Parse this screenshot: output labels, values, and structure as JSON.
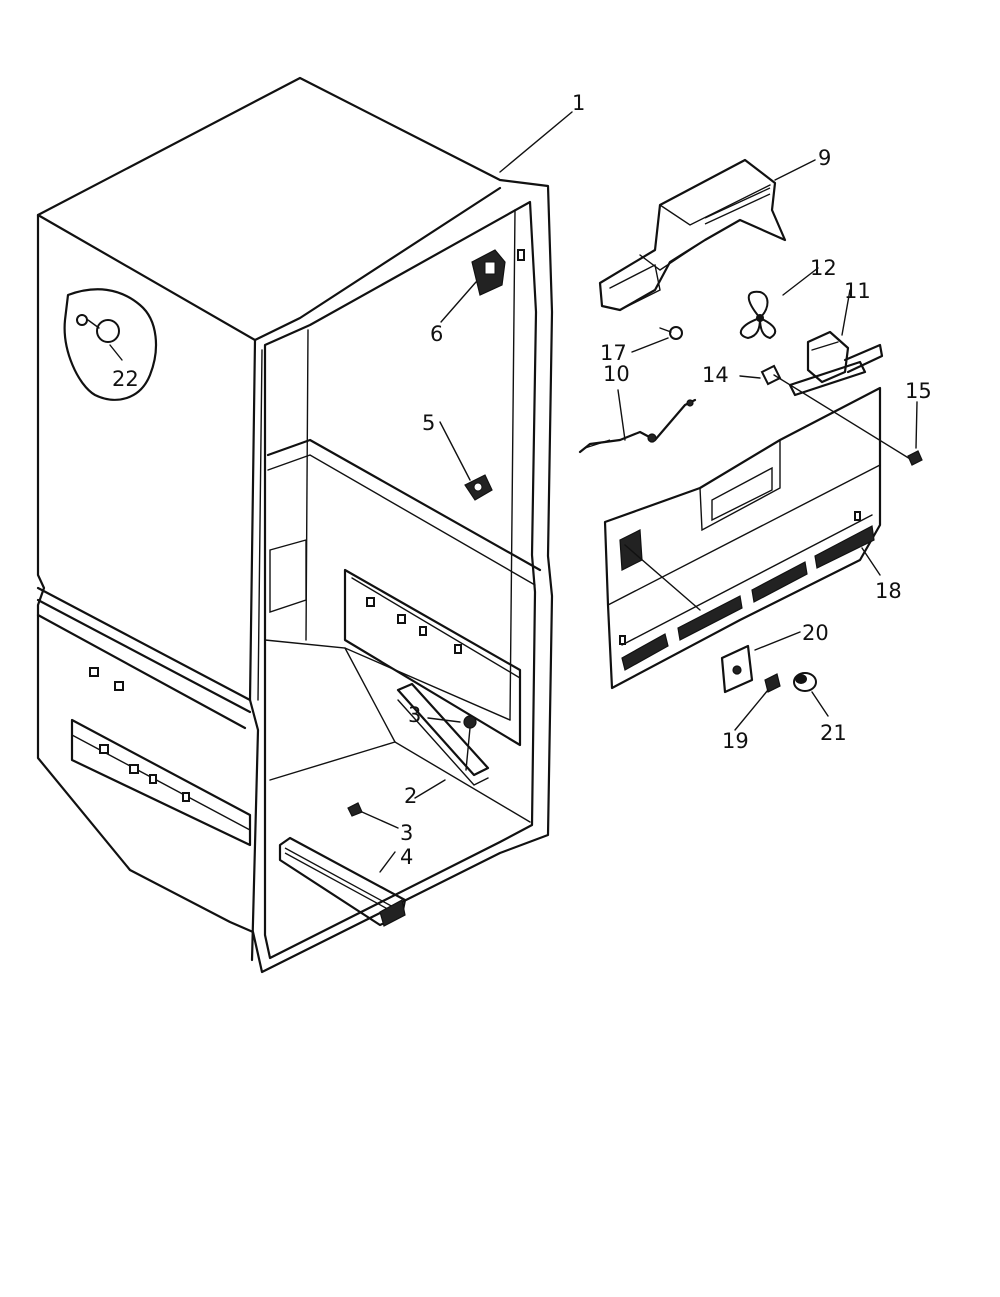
{
  "callouts": [
    {
      "id": "1",
      "label": "1"
    },
    {
      "id": "2",
      "label": "2"
    },
    {
      "id": "3a",
      "label": "3"
    },
    {
      "id": "3b",
      "label": "3"
    },
    {
      "id": "4",
      "label": "4"
    },
    {
      "id": "5",
      "label": "5"
    },
    {
      "id": "6",
      "label": "6"
    },
    {
      "id": "9",
      "label": "9"
    },
    {
      "id": "10",
      "label": "10"
    },
    {
      "id": "11",
      "label": "11"
    },
    {
      "id": "12",
      "label": "12"
    },
    {
      "id": "14",
      "label": "14"
    },
    {
      "id": "15",
      "label": "15"
    },
    {
      "id": "17",
      "label": "17"
    },
    {
      "id": "18",
      "label": "18"
    },
    {
      "id": "19",
      "label": "19"
    },
    {
      "id": "20",
      "label": "20"
    },
    {
      "id": "21",
      "label": "21"
    },
    {
      "id": "22",
      "label": "22"
    }
  ]
}
